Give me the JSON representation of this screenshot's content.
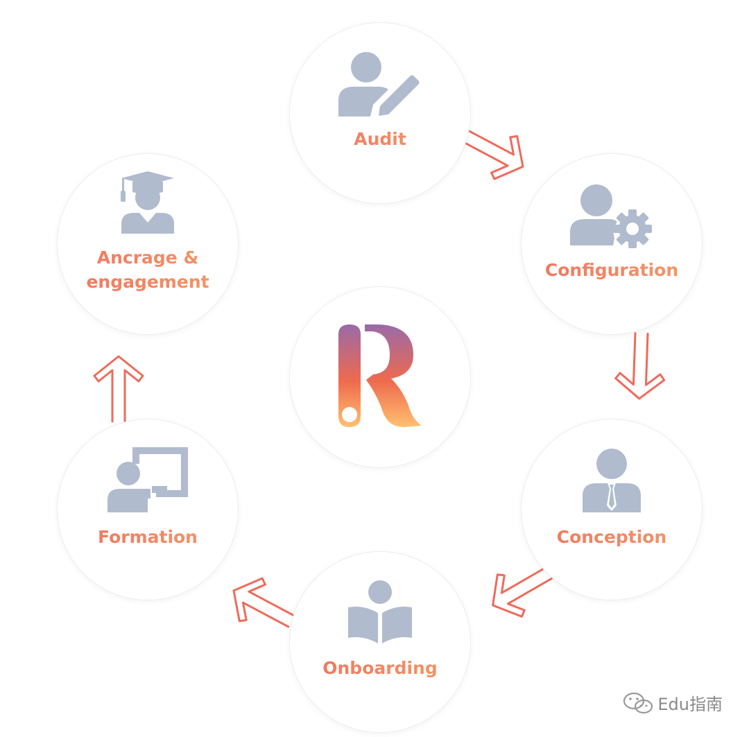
{
  "steps": {
    "audit": "Audit",
    "configuration": "Configuration",
    "conception": "Conception",
    "onboarding": "Onboarding",
    "formation": "Formation",
    "ancrage_line1": "Ancrage &",
    "ancrage_line2": "engagement"
  },
  "icons": {
    "audit": "user-edit-icon",
    "configuration": "user-gear-icon",
    "conception": "businessman-icon",
    "onboarding": "reader-book-icon",
    "formation": "presenter-board-icon",
    "ancrage": "graduate-icon",
    "center": "r-logo-icon"
  },
  "watermark": {
    "text": "Edu指南"
  },
  "colors": {
    "label_start": "#f2735c",
    "label_end": "#f39a68",
    "icon": "#b0bbce",
    "arrow": "#ee6a5b"
  }
}
